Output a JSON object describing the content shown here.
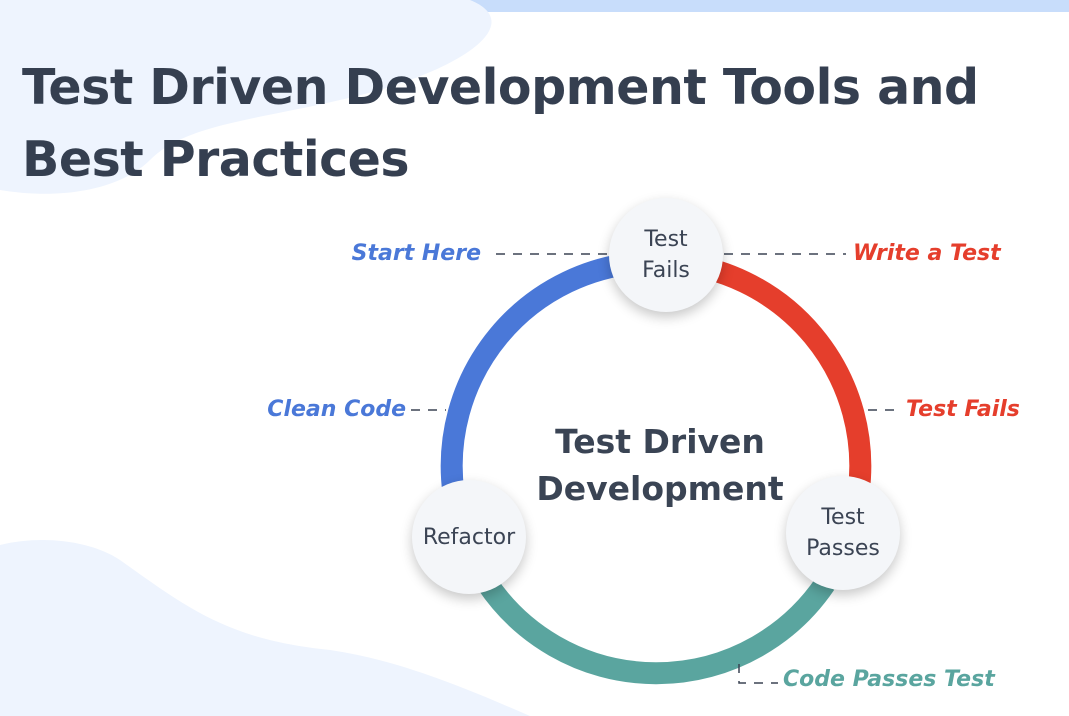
{
  "title": [
    "Test Driven Development Tools and",
    "Best Practices"
  ],
  "center": [
    "Test Driven",
    "Development"
  ],
  "nodes": {
    "test_fails": [
      "Test",
      "Fails"
    ],
    "test_passes": [
      "Test",
      "Passes"
    ],
    "refactor": [
      "Refactor"
    ]
  },
  "annotations": {
    "start_here": "Start Here",
    "write_a_test": "Write a Test",
    "test_fails": "Test Fails",
    "clean_code": "Clean Code",
    "code_passes_test": "Code Passes Test"
  },
  "colors": {
    "title": "#353f50",
    "blue": "#4a78d8",
    "red": "#e53e2c",
    "teal": "#5aa59f",
    "background_blob": "#eef4fe"
  }
}
